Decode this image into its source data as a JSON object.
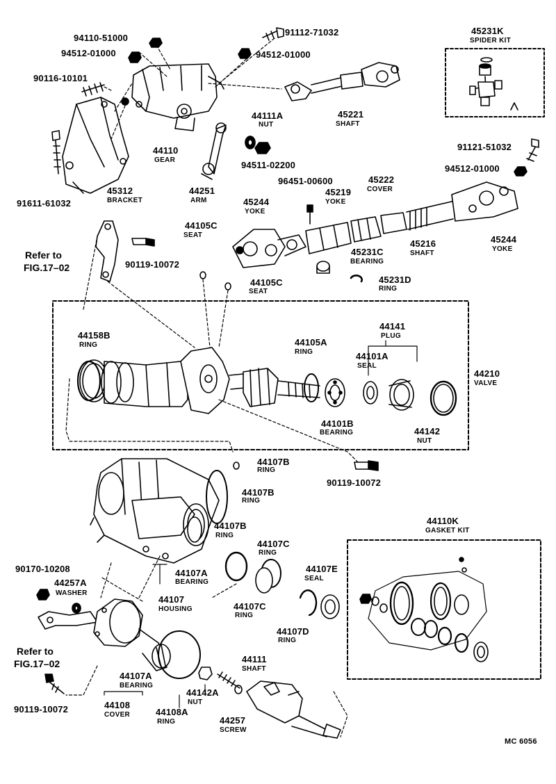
{
  "labels": {
    "p94110": "94110-51000",
    "p94512a": "94512-01000",
    "p90116": "90116-10101",
    "p91112": "91112-71032",
    "p94512b": "94512-01000",
    "p45231k": "45231K",
    "p45231k_cap": "SPIDER KIT",
    "p45221": "45221",
    "p45221_cap": "SHAFT",
    "p44111a": "44111A",
    "p44111a_cap": "NUT",
    "p44110": "44110",
    "p44110_cap": "GEAR",
    "p94511": "94511-02200",
    "p91121": "91121-51032",
    "p94512c": "94512-01000",
    "p91611": "91611-61032",
    "p45312": "45312",
    "p45312_cap": "BRACKET",
    "p44251": "44251",
    "p44251_cap": "ARM",
    "p96451": "96451-00600",
    "p45222": "45222",
    "p45222_cap": "COVER",
    "p45219": "45219",
    "p45219_cap": "YOKE",
    "p45244a": "45244",
    "p45244a_cap": "YOKE",
    "p45244b": "45244",
    "p45244b_cap": "YOKE",
    "p44105c_a": "44105C",
    "p44105c_a_cap": "SEAT",
    "refer1a": "Refer to",
    "refer1b": "FIG.17–02",
    "p90119a": "90119-10072",
    "p45216": "45216",
    "p45216_cap": "SHAFT",
    "p45231c": "45231C",
    "p45231c_cap": "BEARING",
    "p44105c_b": "44105C",
    "p44105c_b_cap": "SEAT",
    "p45231d": "45231D",
    "p45231d_cap": "RING",
    "p44158b": "44158B",
    "p44158b_cap": "RING",
    "p44105a": "44105A",
    "p44105a_cap": "RING",
    "p44141": "44141",
    "p44141_cap": "PLUG",
    "p44101a": "44101A",
    "p44101a_cap": "SEAL",
    "p44210": "44210",
    "p44210_cap": "VALVE",
    "p44101b": "44101B",
    "p44101b_cap": "BEARING",
    "p44142": "44142",
    "p44142_cap": "NUT",
    "p44107b_a": "44107B",
    "p44107b_a_cap": "RING",
    "p90119b": "90119-10072",
    "p44107b_b": "44107B",
    "p44107b_b_cap": "RING",
    "p44107b_c": "44107B",
    "p44107b_c_cap": "RING",
    "p44107c_a": "44107C",
    "p44107c_a_cap": "RING",
    "p44110k": "44110K",
    "p44110k_cap": "GASKET KIT",
    "p44107a_a": "44107A",
    "p44107a_a_cap": "BEARING",
    "p44107e": "44107E",
    "p44107e_cap": "SEAL",
    "p90170": "90170-10208",
    "p44257a": "44257A",
    "p44257a_cap": "WASHER",
    "p44107": "44107",
    "p44107_cap": "HOUSING",
    "p44107c_b": "44107C",
    "p44107c_b_cap": "RING",
    "p44107d": "44107D",
    "p44107d_cap": "RING",
    "refer2a": "Refer to",
    "refer2b": "FIG.17–02",
    "p44111": "44111",
    "p44111_cap": "SHAFT",
    "p44107a_b": "44107A",
    "p44107a_b_cap": "BEARING",
    "p44142a": "44142A",
    "p44142a_cap": "NUT",
    "p44108": "44108",
    "p44108_cap": "COVER",
    "p44108a": "44108A",
    "p44108a_cap": "RING",
    "p44257": "44257",
    "p44257_cap": "SCREW",
    "p90119c": "90119-10072",
    "footer": "MC 6056"
  }
}
